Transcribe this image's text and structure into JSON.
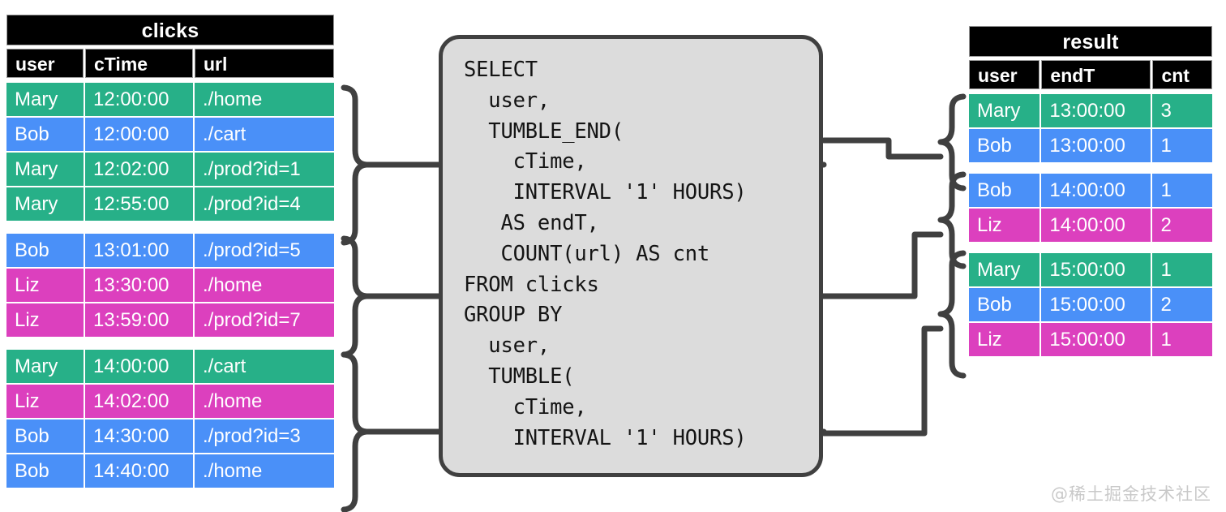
{
  "clicks_table": {
    "title": "clicks",
    "columns": [
      "user",
      "cTime",
      "url"
    ],
    "groups": [
      {
        "rows": [
          {
            "user": "Mary",
            "cTime": "12:00:00",
            "url": "./home",
            "color": "green"
          },
          {
            "user": "Bob",
            "cTime": "12:00:00",
            "url": "./cart",
            "color": "blue"
          },
          {
            "user": "Mary",
            "cTime": "12:02:00",
            "url": "./prod?id=1",
            "color": "green"
          },
          {
            "user": "Mary",
            "cTime": "12:55:00",
            "url": "./prod?id=4",
            "color": "green"
          }
        ]
      },
      {
        "rows": [
          {
            "user": "Bob",
            "cTime": "13:01:00",
            "url": "./prod?id=5",
            "color": "blue"
          },
          {
            "user": "Liz",
            "cTime": "13:30:00",
            "url": "./home",
            "color": "pink"
          },
          {
            "user": "Liz",
            "cTime": "13:59:00",
            "url": "./prod?id=7",
            "color": "pink"
          }
        ]
      },
      {
        "rows": [
          {
            "user": "Mary",
            "cTime": "14:00:00",
            "url": "./cart",
            "color": "green"
          },
          {
            "user": "Liz",
            "cTime": "14:02:00",
            "url": "./home",
            "color": "pink"
          },
          {
            "user": "Bob",
            "cTime": "14:30:00",
            "url": "./prod?id=3",
            "color": "blue"
          },
          {
            "user": "Bob",
            "cTime": "14:40:00",
            "url": "./home",
            "color": "blue"
          }
        ]
      }
    ]
  },
  "result_table": {
    "title": "result",
    "columns": [
      "user",
      "endT",
      "cnt"
    ],
    "groups": [
      {
        "rows": [
          {
            "user": "Mary",
            "endT": "13:00:00",
            "cnt": "3",
            "color": "green"
          },
          {
            "user": "Bob",
            "endT": "13:00:00",
            "cnt": "1",
            "color": "blue"
          }
        ]
      },
      {
        "rows": [
          {
            "user": "Bob",
            "endT": "14:00:00",
            "cnt": "1",
            "color": "blue"
          },
          {
            "user": "Liz",
            "endT": "14:00:00",
            "cnt": "2",
            "color": "pink"
          }
        ]
      },
      {
        "rows": [
          {
            "user": "Mary",
            "endT": "15:00:00",
            "cnt": "1",
            "color": "green"
          },
          {
            "user": "Bob",
            "endT": "15:00:00",
            "cnt": "2",
            "color": "blue"
          },
          {
            "user": "Liz",
            "endT": "15:00:00",
            "cnt": "1",
            "color": "pink"
          }
        ]
      }
    ]
  },
  "sql": {
    "query": "SELECT\n  user,\n  TUMBLE_END(\n    cTime,\n    INTERVAL '1' HOURS)\n   AS endT,\n   COUNT(url) AS cnt\nFROM clicks\nGROUP BY\n  user,\n  TUMBLE(\n    cTime,\n    INTERVAL '1' HOURS)"
  },
  "watermark": {
    "text": "@稀土掘金技术社区"
  },
  "colors": {
    "green": "#27b088",
    "blue": "#4a90f8",
    "pink": "#dc40be",
    "header_bg": "#000000",
    "sql_bg": "#dcdcdc",
    "sql_border": "#404040",
    "connector": "#404040",
    "page_bg": "#ffffff"
  }
}
